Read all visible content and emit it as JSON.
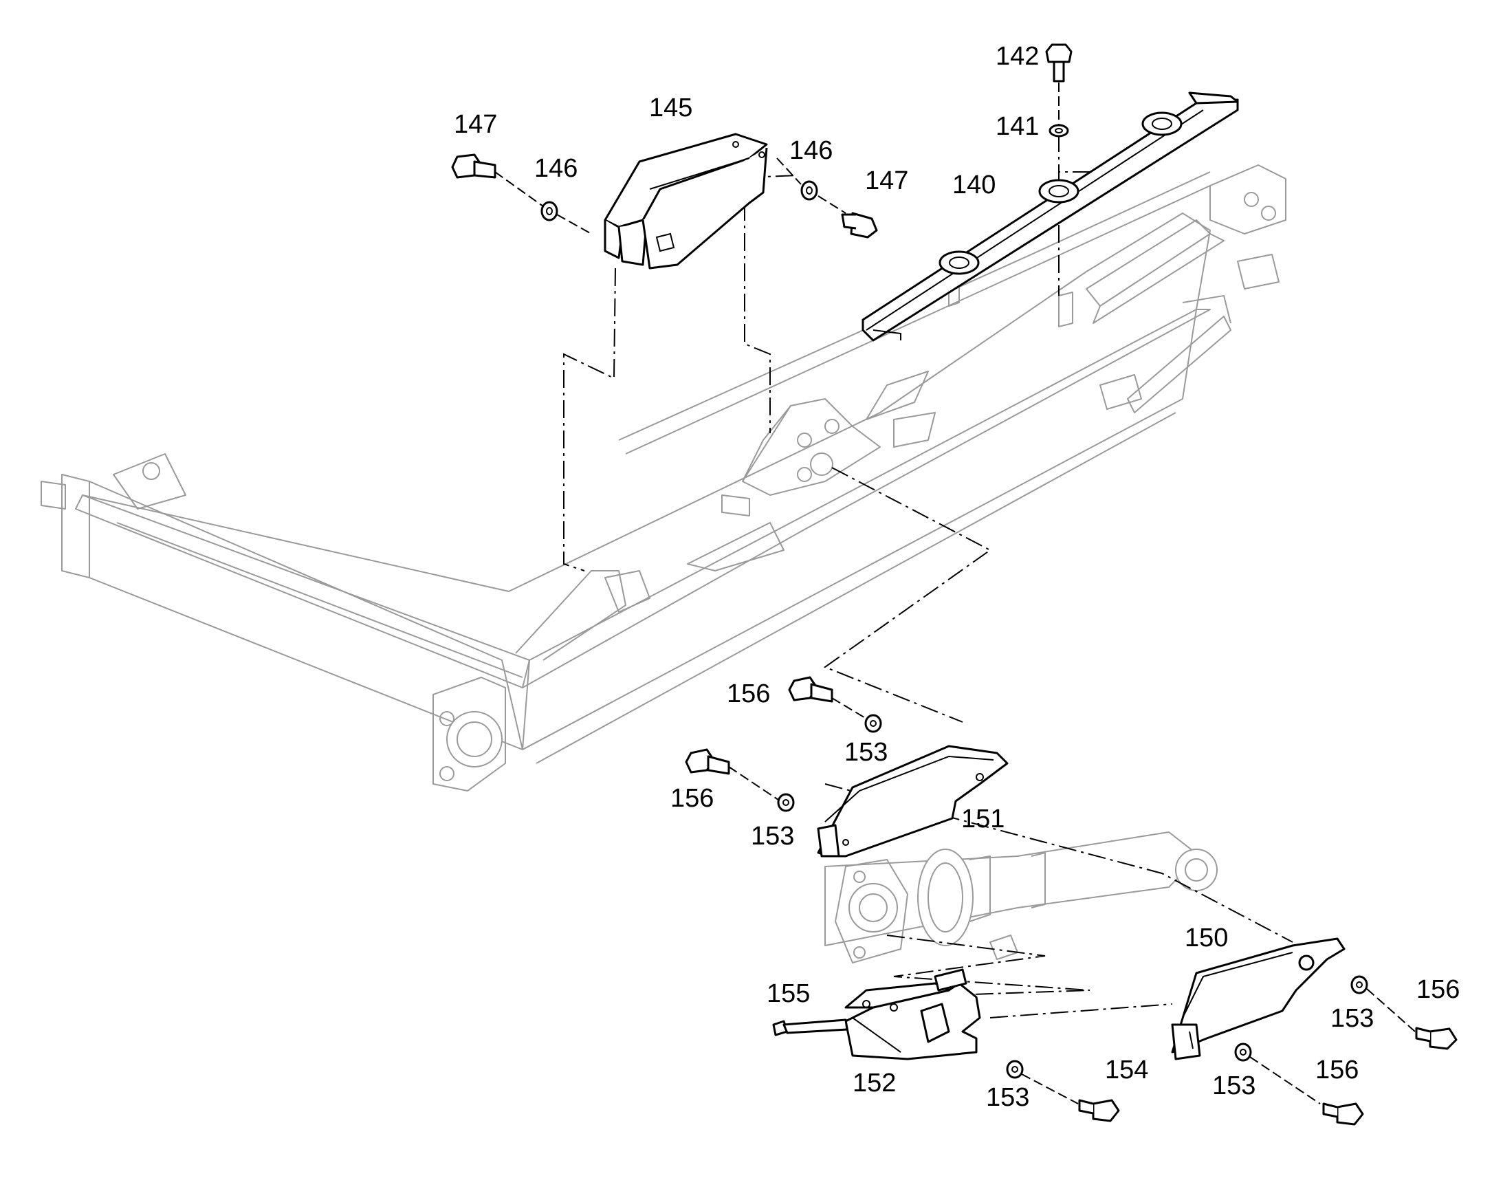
{
  "callouts": {
    "c140": "140",
    "c141": "141",
    "c142": "142",
    "c145": "145",
    "c146a": "146",
    "c146b": "146",
    "c147a": "147",
    "c147b": "147",
    "c150": "150",
    "c151": "151",
    "c152": "152",
    "c153a": "153",
    "c153b": "153",
    "c153c": "153",
    "c153d": "153",
    "c153e": "153",
    "c154": "154",
    "c155": "155",
    "c156a": "156",
    "c156b": "156",
    "c156c": "156",
    "c156d": "156"
  }
}
